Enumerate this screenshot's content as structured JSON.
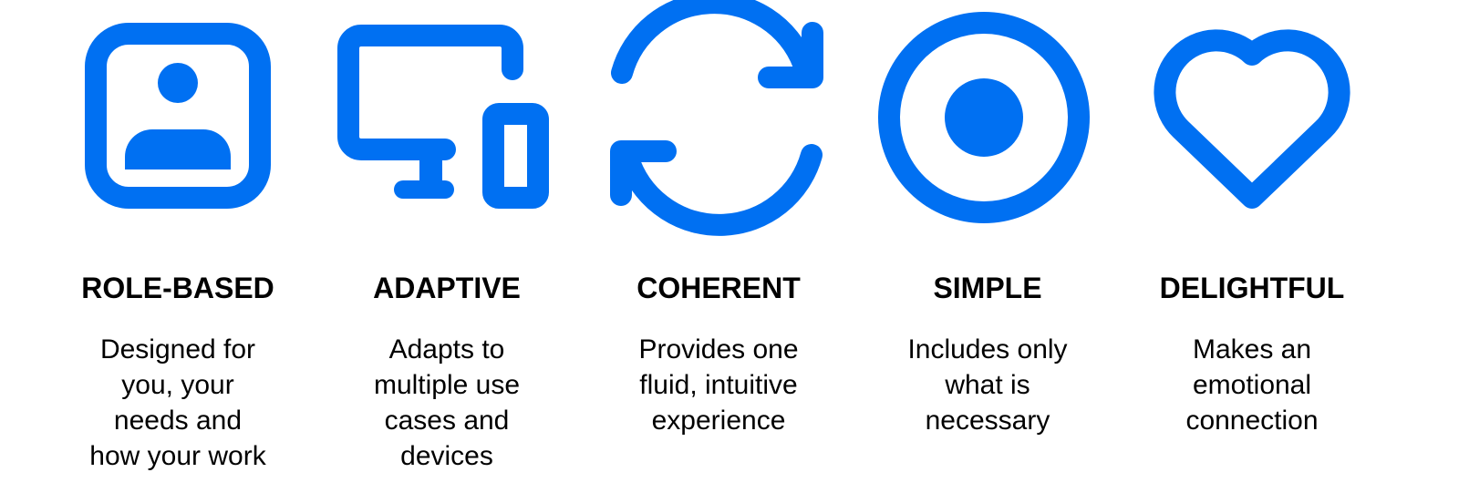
{
  "accent_color": "#0070F2",
  "pillars": [
    {
      "icon": "person-badge-icon",
      "title": "ROLE-BASED",
      "lines": [
        "Designed for",
        "you, your",
        "needs and",
        "how your work"
      ]
    },
    {
      "icon": "devices-icon",
      "title": "ADAPTIVE",
      "lines": [
        "Adapts to",
        "multiple use",
        "cases and",
        "devices"
      ]
    },
    {
      "icon": "refresh-cycle-icon",
      "title": "COHERENT",
      "lines": [
        "Provides one",
        "fluid, intuitive",
        "experience"
      ]
    },
    {
      "icon": "radio-dot-icon",
      "title": "SIMPLE",
      "lines": [
        "Includes only",
        "what is",
        "necessary"
      ]
    },
    {
      "icon": "heart-icon",
      "title": "DELIGHTFUL",
      "lines": [
        "Makes an",
        "emotional",
        "connection"
      ]
    }
  ]
}
